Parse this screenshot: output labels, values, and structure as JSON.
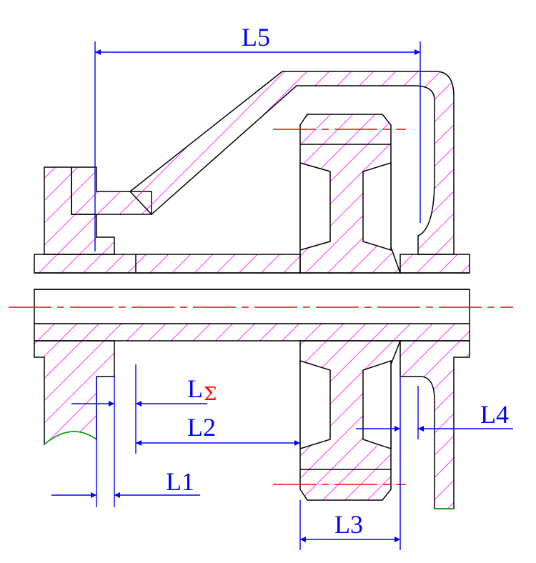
{
  "colors": {
    "outline": "#000000",
    "hatch": "#ff00ff",
    "dimension": "#0000ff",
    "centerline": "#ff0000",
    "break_line": "#00aa00",
    "sigma": "#ff0000"
  },
  "labels": {
    "l5": "L5",
    "l_sigma_main": "L",
    "l_sigma_sub": "Σ",
    "l2": "L2",
    "l1": "L1",
    "l4": "L4",
    "l3": "L3"
  }
}
